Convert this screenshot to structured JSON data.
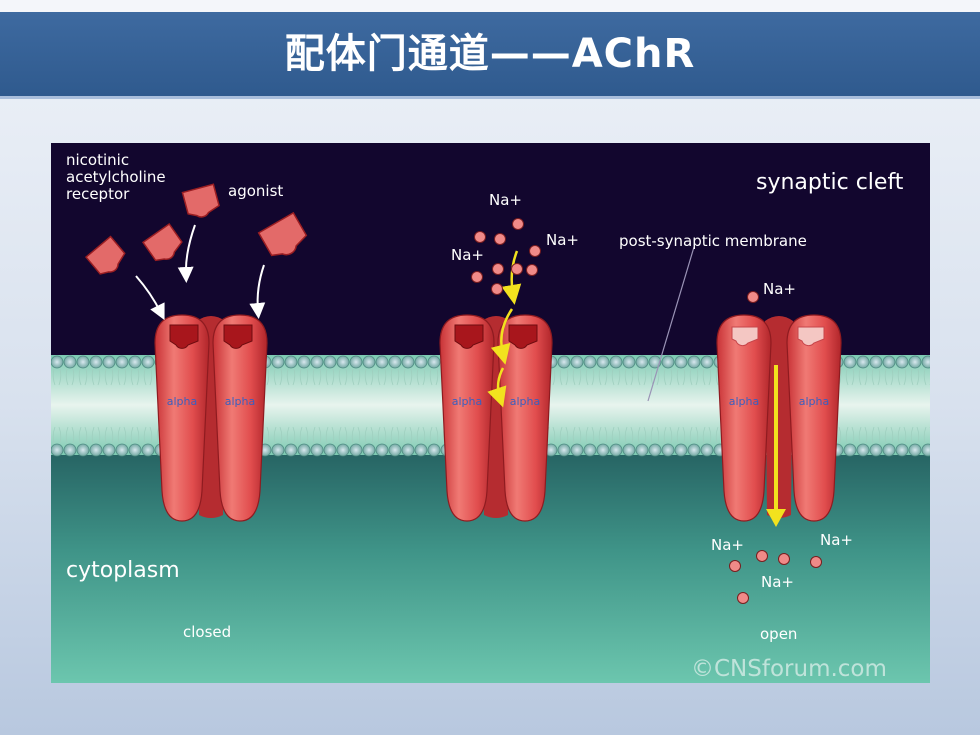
{
  "slide": {
    "title": "配体门通道——AChR"
  },
  "diagram": {
    "labels": {
      "receptor": [
        "nicotinic",
        "acetylcholine",
        "receptor"
      ],
      "agonist": "agonist",
      "synaptic_cleft": "synaptic cleft",
      "post_synaptic_membrane": "post-synaptic membrane",
      "cytoplasm": "cytoplasm",
      "closed": "closed",
      "open": "open",
      "subunit": "alpha",
      "ion": "Na+",
      "copyright": "©CNSforum.com"
    },
    "colors": {
      "cleft": "#12062e",
      "membrane": "#6fbfa5",
      "cytoplasm_top": "#2a6e6a",
      "cytoplasm_bottom": "#68c3ad",
      "receptor": "#e2504f",
      "receptor_dark": "#a51d22",
      "ion": "#f08a88",
      "arrow": "#f2e21e"
    }
  }
}
